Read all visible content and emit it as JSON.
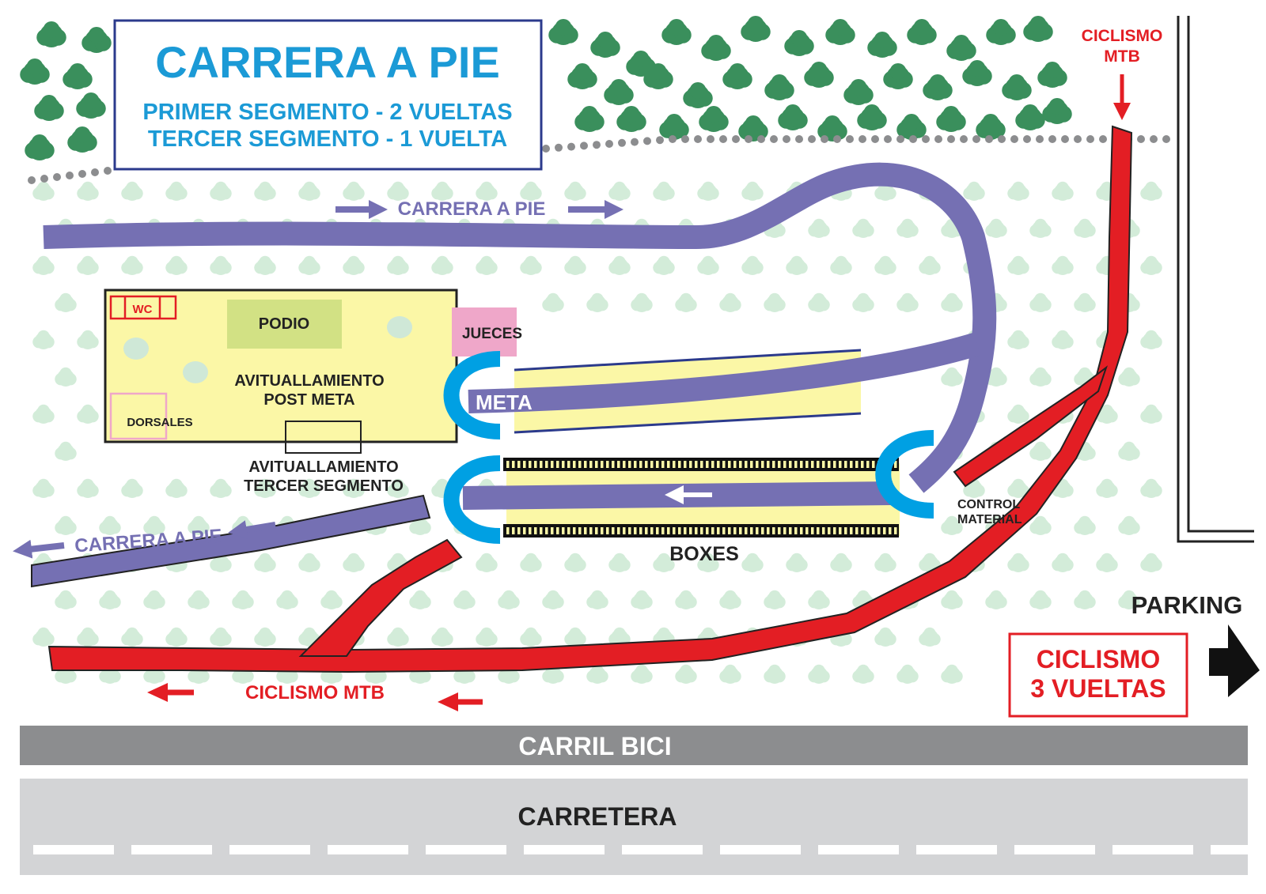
{
  "title_box": {
    "title": "CARRERA A PIE",
    "line1": "PRIMER SEGMENTO - 2 VUELTAS",
    "line2": "TERCER SEGMENTO - 1 VUELTA"
  },
  "labels": {
    "ciclismo_mtb_top_1": "CICLISMO",
    "ciclismo_mtb_top_2": "MTB",
    "carrera_a_pie_top": "CARRERA A PIE",
    "carrera_a_pie_left": "CARRERA A PIE",
    "wc": "WC",
    "podio": "PODIO",
    "jueces": "JUECES",
    "avit_post_meta_1": "AVITUALLAMIENTO",
    "avit_post_meta_2": "POST META",
    "dorsales": "DORSALES",
    "meta": "META",
    "avit_tercer_1": "AVITUALLAMIENTO",
    "avit_tercer_2": "TERCER SEGMENTO",
    "control_material_1": "CONTROL",
    "control_material_2": "MATERIAL",
    "boxes": "BOXES",
    "parking": "PARKING",
    "ciclismo_vueltas_1": "CICLISMO",
    "ciclismo_vueltas_2": "3 VUELTAS",
    "ciclismo_mtb_bottom": "CICLISMO MTB",
    "carril_bici": "CARRIL BICI",
    "carretera": "CARRETERA"
  },
  "colors": {
    "run": "#7570b3",
    "bike": "#e31e24",
    "title_blue": "#1b9ad6",
    "arch": "#00a0e3",
    "dark_tree": "#3a8f5c",
    "light_tree": "#d3ecd9",
    "zone": "#fbf7a6",
    "podio": "#d2e184",
    "jueces": "#efa7c9",
    "road": "#d3d4d6",
    "bike_lane": "#8c8d8f"
  }
}
